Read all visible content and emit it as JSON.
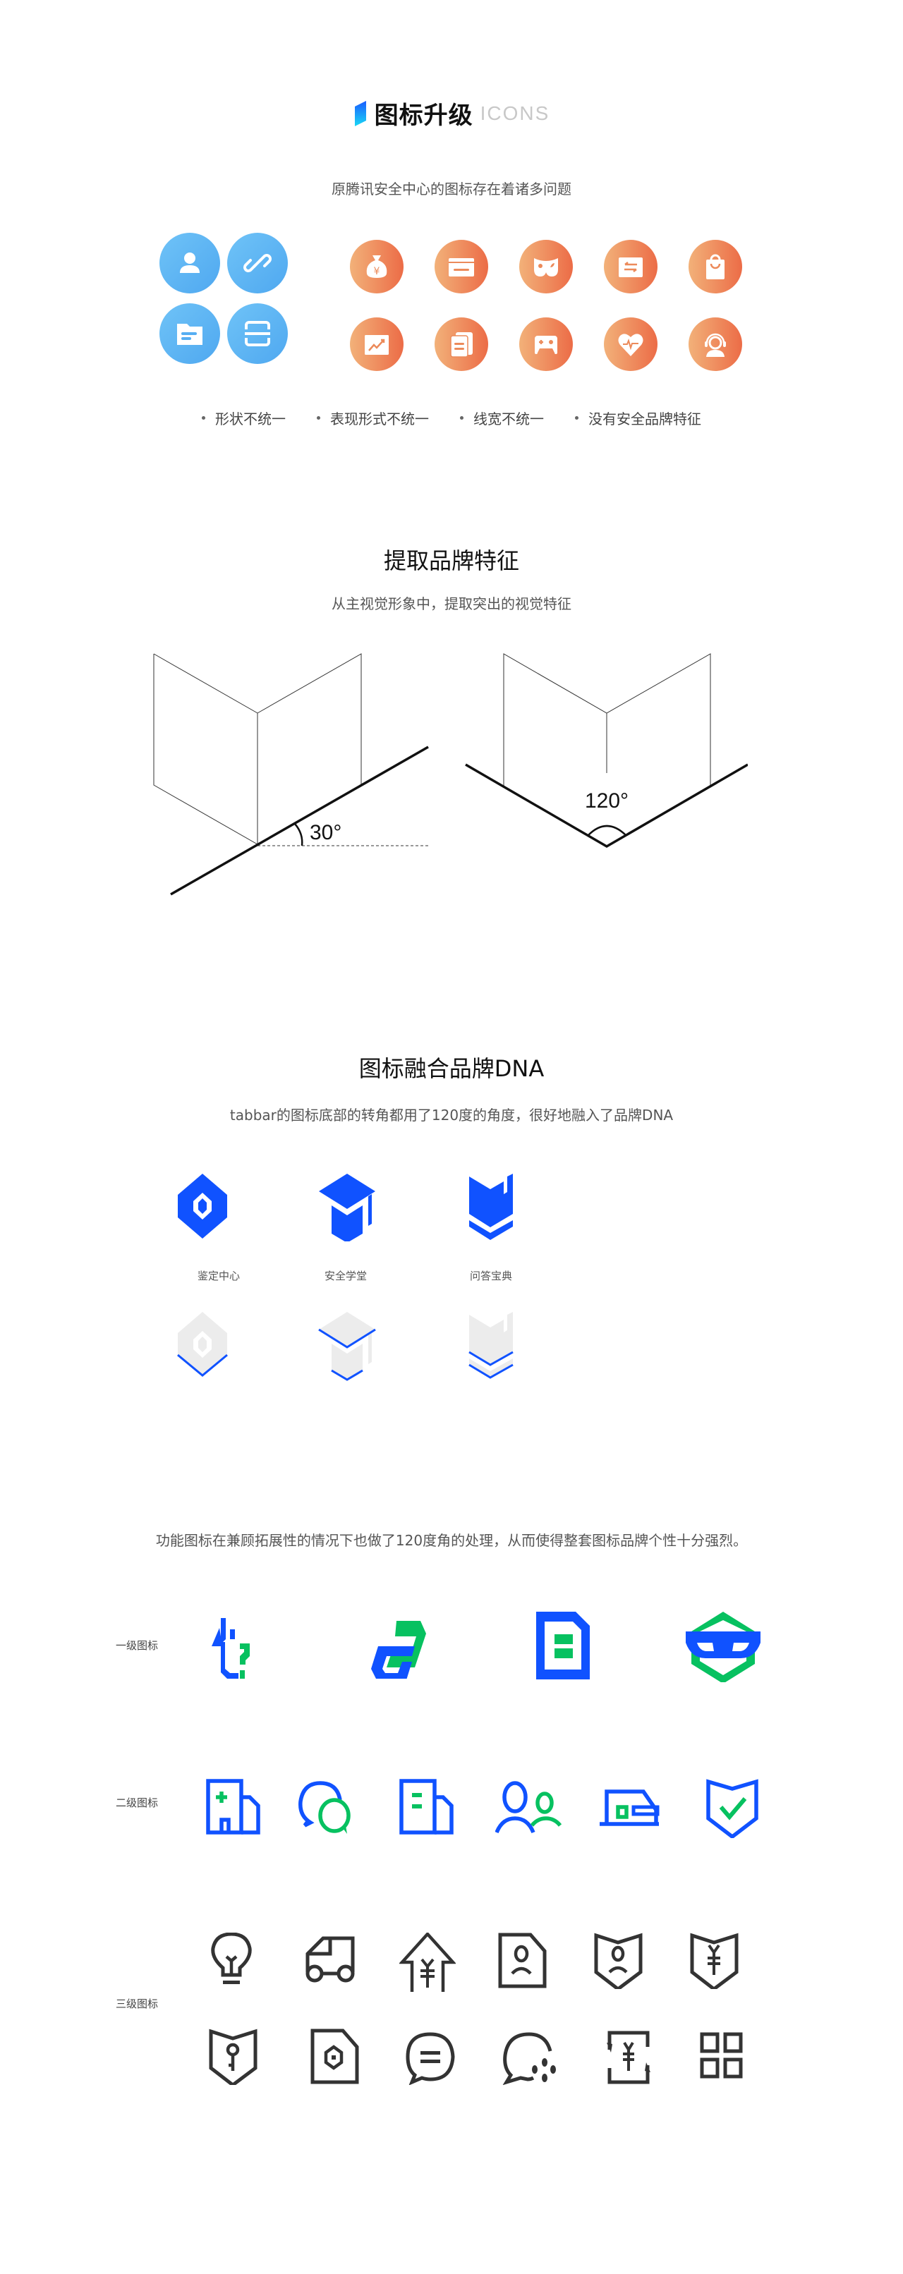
{
  "header": {
    "title": "图标升级",
    "subtitle": "ICONS",
    "accent_gradient": [
      "#1a5cff",
      "#19d8f5"
    ]
  },
  "intro": {
    "description": "原腾讯安全中心的图标存在着诸多问题",
    "old_icons_blue": [
      {
        "icon": "user-icon"
      },
      {
        "icon": "link-icon"
      },
      {
        "icon": "folder-icon"
      },
      {
        "icon": "scan-icon"
      }
    ],
    "old_icons_orange": [
      {
        "icon": "money-bag-icon"
      },
      {
        "icon": "card-icon"
      },
      {
        "icon": "mask-icon"
      },
      {
        "icon": "transfer-icon"
      },
      {
        "icon": "shopping-bag-icon"
      },
      {
        "icon": "chart-up-icon"
      },
      {
        "icon": "documents-icon"
      },
      {
        "icon": "gamepad-icon"
      },
      {
        "icon": "heart-pulse-icon"
      },
      {
        "icon": "customer-service-icon"
      }
    ],
    "problems": [
      "形状不统一",
      "表现形式不统一",
      "线宽不统一",
      "没有安全品牌特征"
    ],
    "colors": {
      "blue": "#56aef2",
      "orange_start": "#f2b179",
      "orange_end": "#ec6c47"
    }
  },
  "brand": {
    "title": "提取品牌特征",
    "description": "从主视觉形象中，提取突出的视觉特征",
    "angle_left": "30°",
    "angle_right": "120°"
  },
  "dna": {
    "title": "图标融合品牌DNA",
    "description": "tabbar的图标底部的转角都用了120度的角度，很好地融入了品牌DNA",
    "tabs": [
      {
        "label": "鉴定中心",
        "icon": "hexagon-badge-icon"
      },
      {
        "label": "安全学堂",
        "icon": "graduation-cap-icon"
      },
      {
        "label": "问答宝典",
        "icon": "book-icon"
      }
    ],
    "primary_color": "#1052ff",
    "ghost_color": "#ececec"
  },
  "functional": {
    "description": "功能图标在兼顾拓展性的情况下也做了120度角的处理，从而使得整套图标品牌个性十分强烈。",
    "levels": [
      {
        "label": "一级图标",
        "icons": [
          "phone-question-icon",
          "link-chain-icon",
          "document-icon",
          "mask-shield-icon"
        ]
      },
      {
        "label": "二级图标",
        "icons": [
          "hospital-icon",
          "chat-bubbles-icon",
          "building-icon",
          "users-icon",
          "bus-card-icon",
          "shield-check-icon"
        ]
      },
      {
        "label": "三级图标",
        "icons": [
          "lightbulb-icon",
          "truck-icon",
          "yuan-up-icon",
          "id-card-icon",
          "shield-user-icon",
          "shield-yuan-icon",
          "shield-key-icon",
          "doc-hexagon-icon",
          "chat-lines-icon",
          "chat-share-icon",
          "yuan-exchange-icon",
          "grid-apps-icon"
        ]
      }
    ],
    "colors": {
      "blue": "#1052ff",
      "green": "#07c160",
      "dark": "#333333"
    }
  }
}
